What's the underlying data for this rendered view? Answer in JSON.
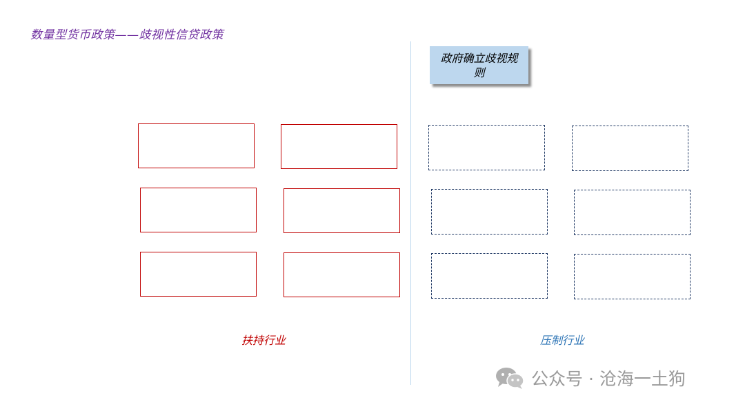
{
  "title": "数量型货币政策——歧视性信贷政策",
  "rule_box": {
    "text": "政府确立歧视规则"
  },
  "left_group": {
    "caption": "扶持行业"
  },
  "right_group": {
    "caption": "压制行业"
  },
  "watermark": {
    "text": "公众号 · 沧海一土狗"
  },
  "colors": {
    "title": "#7030a0",
    "support": "#c00000",
    "suppress": "#1f3864",
    "suppress_caption": "#2e75b6",
    "rule_box_bg": "#bdd7ee",
    "divider": "#bdd7ee",
    "watermark": "#9a9a9a"
  }
}
